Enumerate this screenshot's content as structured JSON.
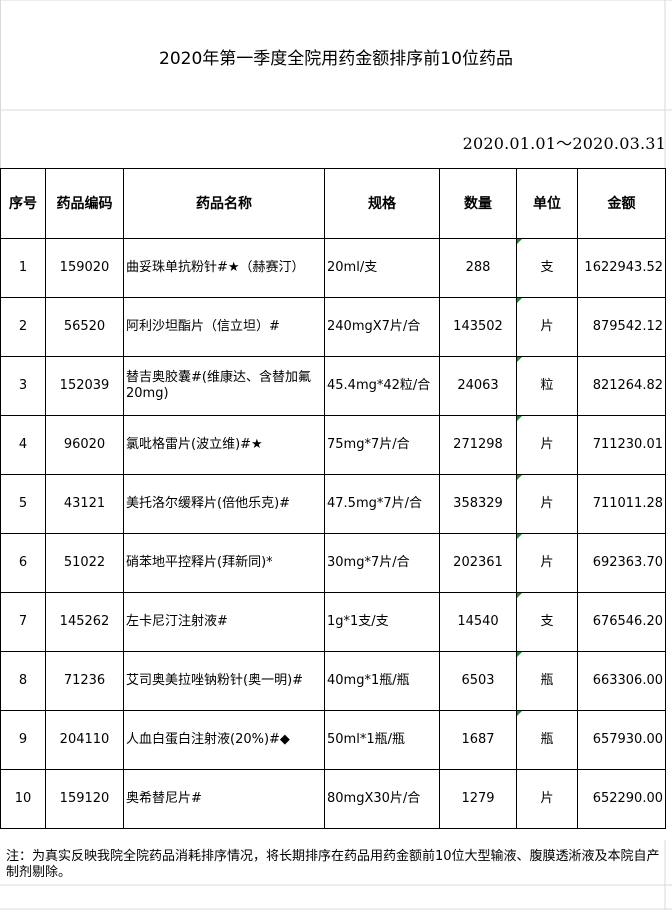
{
  "document": {
    "title": "2020年第一季度全院用药金额排序前10位药品",
    "date_range": "2020.01.01～2020.03.31",
    "columns": [
      "序号",
      "药品编码",
      "药品名称",
      "规格",
      "数量",
      "单位",
      "金额"
    ],
    "rows": [
      {
        "no": "1",
        "code": "159020",
        "name": "曲妥珠单抗粉针#★（赫赛汀）",
        "spec": "20ml/支",
        "qty": "288",
        "unit": "支",
        "amount": "1622943.52"
      },
      {
        "no": "2",
        "code": "56520",
        "name": "阿利沙坦酯片（信立坦）#",
        "spec": "240mgX7片/合",
        "qty": "143502",
        "unit": "片",
        "amount": "879542.12"
      },
      {
        "no": "3",
        "code": "152039",
        "name": "替吉奥胶囊#(维康达、含替加氟20mg)",
        "spec": "45.4mg*42粒/合",
        "qty": "24063",
        "unit": "粒",
        "amount": "821264.82"
      },
      {
        "no": "4",
        "code": "96020",
        "name": "氯吡格雷片(波立维)#★",
        "spec": "75mg*7片/合",
        "qty": "271298",
        "unit": "片",
        "amount": "711230.01"
      },
      {
        "no": "5",
        "code": "43121",
        "name": "美托洛尔缓释片(倍他乐克)#",
        "spec": "47.5mg*7片/合",
        "qty": "358329",
        "unit": "片",
        "amount": "711011.28"
      },
      {
        "no": "6",
        "code": "51022",
        "name": "硝苯地平控释片(拜新同)*",
        "spec": "30mg*7片/合",
        "qty": "202361",
        "unit": "片",
        "amount": "692363.70"
      },
      {
        "no": "7",
        "code": "145262",
        "name": "左卡尼汀注射液#",
        "spec": "1g*1支/支",
        "qty": "14540",
        "unit": "支",
        "amount": "676546.20"
      },
      {
        "no": "8",
        "code": "71236",
        "name": "艾司奥美拉唑钠粉针(奥一明)#",
        "spec": "40mg*1瓶/瓶",
        "qty": "6503",
        "unit": "瓶",
        "amount": "663306.00"
      },
      {
        "no": "9",
        "code": "204110",
        "name": "人血白蛋白注射液(20%)#◆",
        "spec": "50ml*1瓶/瓶",
        "qty": "1687",
        "unit": "瓶",
        "amount": "657930.00"
      },
      {
        "no": "10",
        "code": "159120",
        "name": "奥希替尼片#",
        "spec": "80mgX30片/合",
        "qty": "1279",
        "unit": "片",
        "amount": "652290.00"
      }
    ],
    "footnote": "注：为真实反映我院全院药品消耗排序情况，将长期排序在药品用药金额前10位大型输液、腹膜透淅液及本院自产制剂剔除。"
  },
  "colors": {
    "gridline": "#d9d9d9",
    "border": "#000000",
    "cell_marker": "#1f8a3a"
  }
}
